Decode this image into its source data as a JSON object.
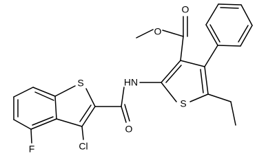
{
  "atoms": {
    "ester_o_methoxy": "O",
    "ester_o_carbonyl": "O",
    "thiophene_s": "S",
    "benzothiophene_s": "S",
    "amide_nh": "HN",
    "amide_o": "O",
    "chlorine": "Cl",
    "fluorine": "F"
  }
}
